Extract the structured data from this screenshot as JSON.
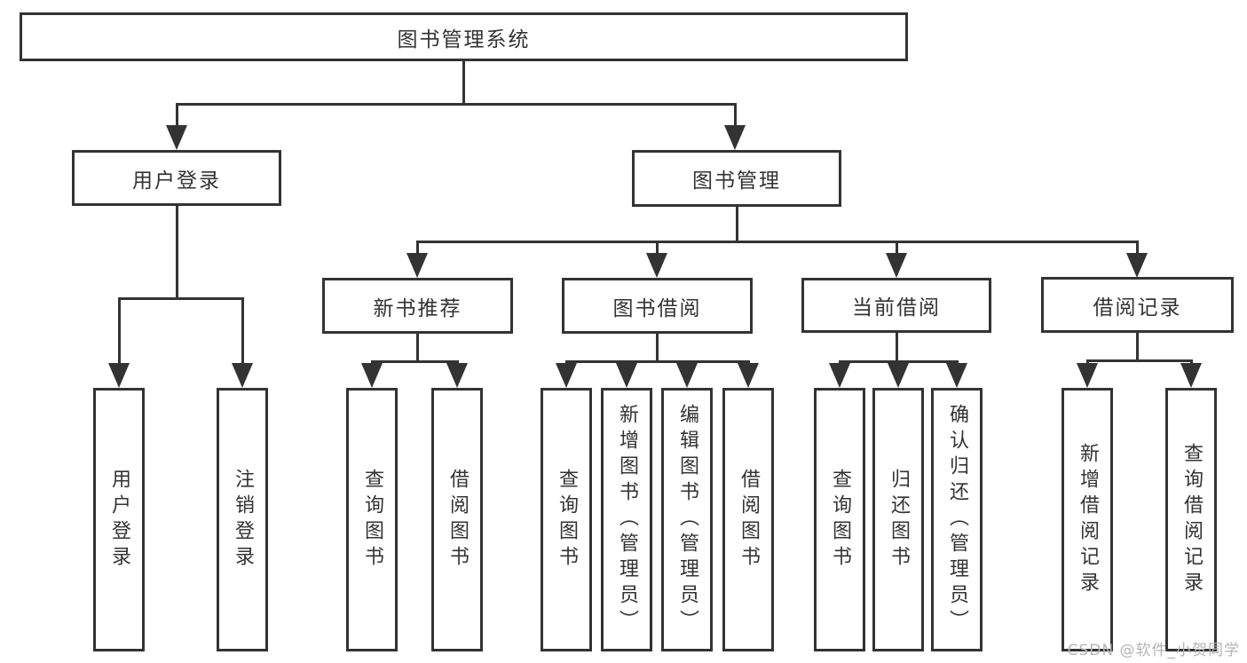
{
  "diagram": {
    "root": "图书管理系统",
    "branches": {
      "user_login": {
        "label": "用户登录",
        "children": [
          "用户登录",
          "注销登录"
        ]
      },
      "book_mgmt": {
        "label": "图书管理",
        "sections": {
          "new_book": {
            "label": "新书推荐",
            "children": [
              "查询图书",
              "借阅图书"
            ]
          },
          "borrow": {
            "label": "图书借阅",
            "children": [
              "查询图书",
              "新增图书（管理员）",
              "编辑图书（管理员）",
              "借阅图书"
            ]
          },
          "current": {
            "label": "当前借阅",
            "children": [
              "查询图书",
              "归还图书",
              "确认归还（管理员）"
            ]
          },
          "records": {
            "label": "借阅记录",
            "children": [
              "新增借阅记录",
              "查询借阅记录"
            ]
          }
        }
      }
    }
  },
  "watermark": "CSDN @软件_小贺同学",
  "colors": {
    "line": "#333333",
    "text": "#333333",
    "watermark": "#b4b4b4",
    "background": "#ffffff"
  }
}
